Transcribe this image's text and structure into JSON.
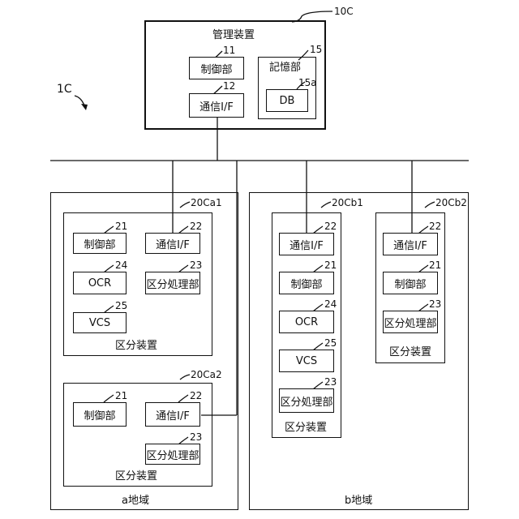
{
  "system_ref": "1C",
  "management": {
    "ref": "10C",
    "title": "管理装置",
    "control": {
      "label": "制御部",
      "ref": "11"
    },
    "comm": {
      "label": "通信I/F",
      "ref": "12"
    },
    "storage": {
      "label": "記憶部",
      "ref": "15"
    },
    "db": {
      "label": "DB",
      "ref": "15a"
    }
  },
  "region_a": {
    "label": "a地域",
    "ca1": {
      "ref": "20Ca1",
      "title": "区分装置",
      "control": {
        "label": "制御部",
        "ref": "21"
      },
      "comm": {
        "label": "通信I/F",
        "ref": "22"
      },
      "ocr": {
        "label": "OCR",
        "ref": "24"
      },
      "sort": {
        "label": "区分処理部",
        "ref": "23"
      },
      "vcs": {
        "label": "VCS",
        "ref": "25"
      }
    },
    "ca2": {
      "ref": "20Ca2",
      "title": "区分装置",
      "control": {
        "label": "制御部",
        "ref": "21"
      },
      "comm": {
        "label": "通信I/F",
        "ref": "22"
      },
      "sort": {
        "label": "区分処理部",
        "ref": "23"
      }
    }
  },
  "region_b": {
    "label": "b地域",
    "cb1": {
      "ref": "20Cb1",
      "title": "区分装置",
      "comm": {
        "label": "通信I/F",
        "ref": "22"
      },
      "control": {
        "label": "制御部",
        "ref": "21"
      },
      "ocr": {
        "label": "OCR",
        "ref": "24"
      },
      "vcs": {
        "label": "VCS",
        "ref": "25"
      },
      "sort": {
        "label": "区分処理部",
        "ref": "23"
      }
    },
    "cb2": {
      "ref": "20Cb2",
      "title": "区分装置",
      "comm": {
        "label": "通信I/F",
        "ref": "22"
      },
      "control": {
        "label": "制御部",
        "ref": "21"
      },
      "sort": {
        "label": "区分処理部",
        "ref": "23"
      }
    }
  }
}
